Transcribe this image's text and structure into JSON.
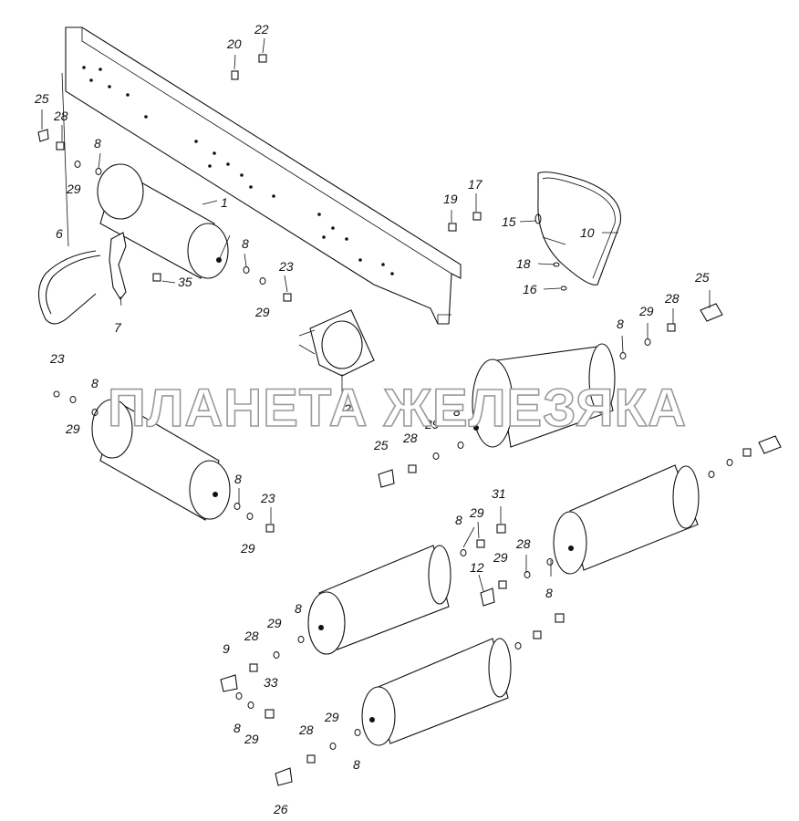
{
  "watermark": "ПЛАНЕТА ЖЕЛЕЗЯКА",
  "labels": {
    "l1": "1",
    "l2": "2",
    "l6": "6",
    "l7": "7",
    "l9": "9",
    "l10": "10",
    "l12": "12",
    "l15": "15",
    "l16": "16",
    "l17": "17",
    "l18": "18",
    "l19": "19",
    "l20": "20",
    "l22": "22",
    "l23a": "23",
    "l23b": "23",
    "l23c": "23",
    "l25a": "25",
    "l25b": "25",
    "l25c": "25",
    "l26": "26",
    "l28a": "28",
    "l28b": "28",
    "l28c": "28",
    "l28d": "28",
    "l28e": "28",
    "l28f": "28",
    "l29a": "29",
    "l29b": "29",
    "l29c": "29",
    "l29d": "29",
    "l29e": "29",
    "l29f": "29",
    "l29g": "29",
    "l29h": "29",
    "l29i": "29",
    "l29j": "29",
    "l29k": "29",
    "l31": "31",
    "l33": "33",
    "l35": "35",
    "l8a": "8",
    "l8b": "8",
    "l8c": "8",
    "l8d": "8",
    "l8e": "8",
    "l8f": "8",
    "l8g": "8",
    "l8h": "8",
    "l8i": "8",
    "l8j": "8",
    "l8k": "8"
  }
}
